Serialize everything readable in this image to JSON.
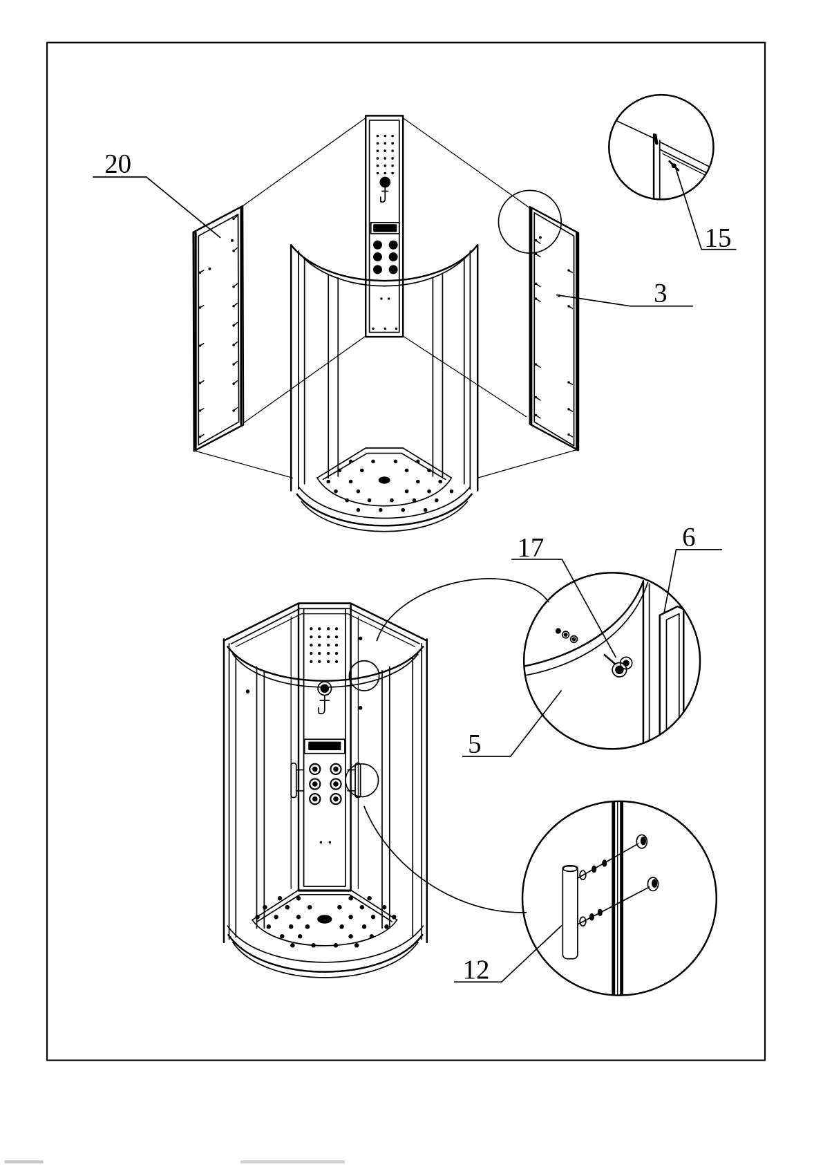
{
  "figure": {
    "callouts": {
      "panel_left": "20",
      "detail_screw": "15",
      "panel_right": "3",
      "roller": "17",
      "profile": "6",
      "door_glass": "5",
      "handle": "12"
    }
  },
  "colors": {
    "ink": "#000000",
    "paper": "#ffffff"
  }
}
